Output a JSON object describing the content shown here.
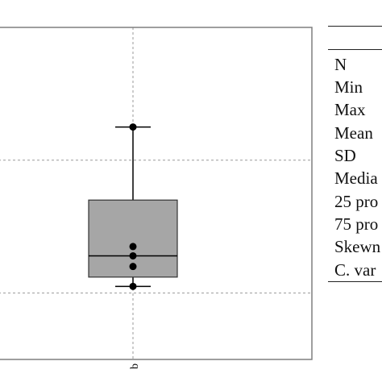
{
  "chart_data": {
    "type": "box",
    "categories": [
      "b"
    ],
    "series": [
      {
        "whisker_low": 0.5,
        "q1": 1.2,
        "median": 2.8,
        "q3": 7.0,
        "whisker_high": 12.5,
        "points": [
          0.5,
          2.0,
          2.8,
          3.5,
          12.5
        ]
      }
    ],
    "ylim": [
      -5,
      20
    ],
    "grid": true,
    "colors": {
      "box_fill": "#a6a6a6",
      "frame": "#7f7f7f",
      "grid": "#9a9a9a",
      "ink": "#000000"
    }
  },
  "stats_table": {
    "labels": [
      "N",
      "Min",
      "Max",
      "Mean",
      "SD",
      "Media",
      "25 pro",
      "75 pro",
      "Skewn",
      "C. var"
    ]
  }
}
